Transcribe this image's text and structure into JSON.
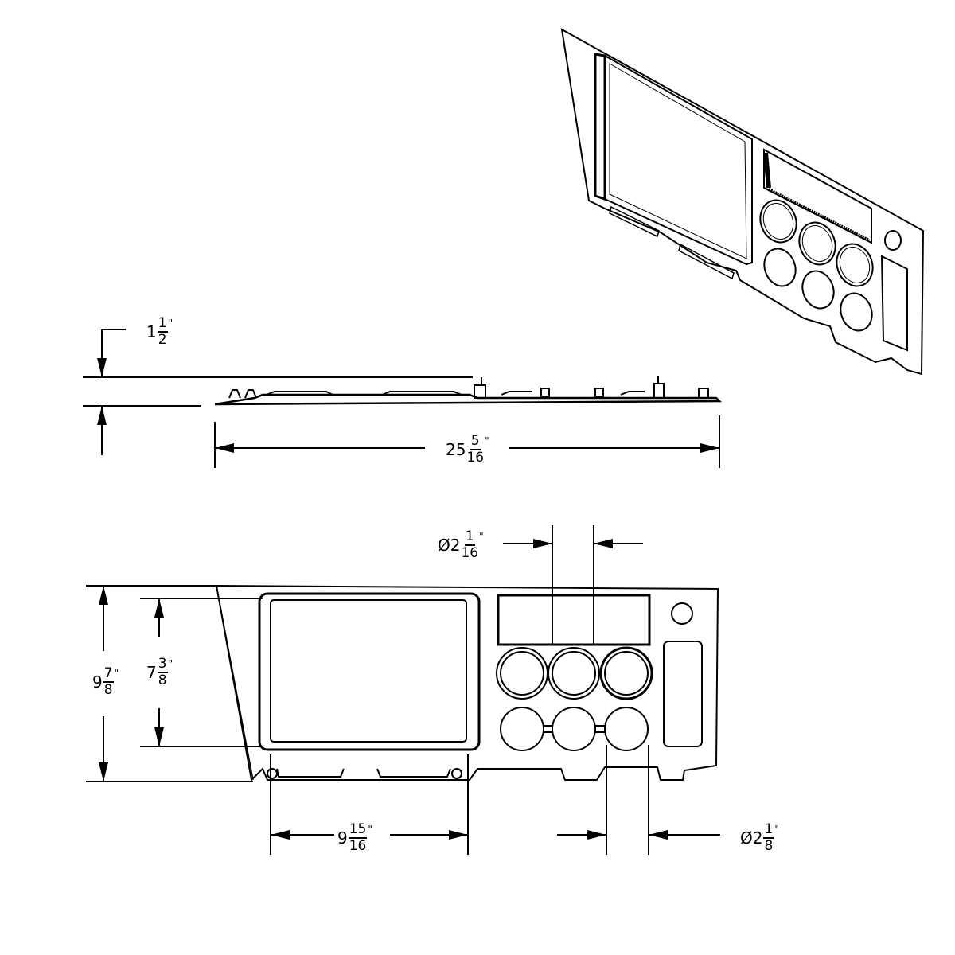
{
  "drawing": {
    "title": "Instrument panel dimension drawing",
    "views": [
      "isometric",
      "side",
      "front"
    ],
    "stroke_color": "#000000",
    "background_color": "#ffffff"
  },
  "dimensions": {
    "thickness": {
      "prefix": "",
      "whole": "1",
      "numerator": "1",
      "denominator": "2",
      "unit": "\""
    },
    "overall_width": {
      "prefix": "",
      "whole": "25",
      "numerator": "5",
      "denominator": "16",
      "unit": "\""
    },
    "gauge_diameter_upper": {
      "prefix": "Ø",
      "whole": "2",
      "numerator": "1",
      "denominator": "16",
      "unit": "\""
    },
    "overall_height": {
      "prefix": "",
      "whole": "9",
      "numerator": "7",
      "denominator": "8",
      "unit": "\""
    },
    "screen_height": {
      "prefix": "",
      "whole": "7",
      "numerator": "3",
      "denominator": "8",
      "unit": "\""
    },
    "screen_width": {
      "prefix": "",
      "whole": "9",
      "numerator": "15",
      "denominator": "16",
      "unit": "\""
    },
    "gauge_diameter_lower": {
      "prefix": "Ø",
      "whole": "2",
      "numerator": "1",
      "denominator": "8",
      "unit": "\""
    }
  }
}
